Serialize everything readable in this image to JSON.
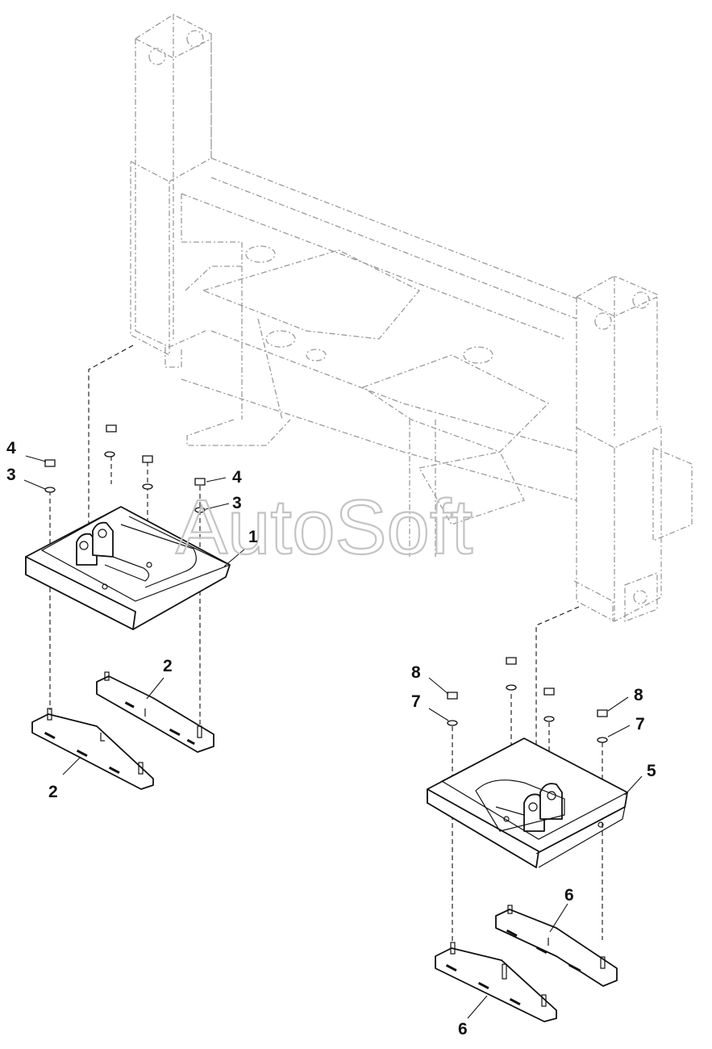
{
  "watermark": "AutoSoft",
  "callouts": {
    "c1": "1",
    "c2a": "2",
    "c2b": "2",
    "c3a": "3",
    "c3b": "3",
    "c4a": "4",
    "c4b": "4",
    "c5": "5",
    "c6a": "6",
    "c6b": "6",
    "c7a": "7",
    "c7b": "7",
    "c8a": "8",
    "c8b": "8"
  }
}
